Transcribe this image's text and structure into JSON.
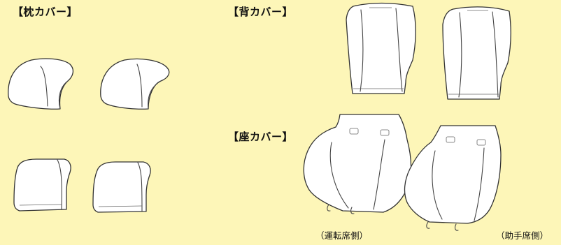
{
  "labels": {
    "pillow_cover": "【枕カバー】",
    "back_cover": "【背カバー】",
    "seat_cover": "【座カバー】"
  },
  "captions": {
    "driver_side": "（運転席側）",
    "passenger_side": "（助手席側）"
  },
  "colors": {
    "background": "#fdf6b8",
    "cover_fill": "#ffffff",
    "outline": "#333333"
  }
}
